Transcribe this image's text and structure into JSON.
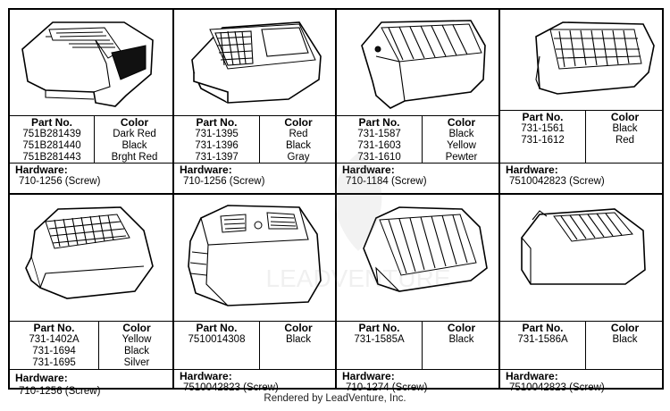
{
  "cells": [
    {
      "part_header": "Part No.",
      "parts": [
        "751B281439",
        "751B281440",
        "751B281443"
      ],
      "color_header": "Color",
      "colors": [
        "Dark Red",
        "Black",
        "Brght Red"
      ],
      "hw_header": "Hardware:",
      "hw_value": "710-1256 (Screw)"
    },
    {
      "part_header": "Part No.",
      "parts": [
        "731-1395",
        "731-1396",
        "731-1397"
      ],
      "color_header": "Color",
      "colors": [
        "Red",
        "Black",
        "Gray"
      ],
      "hw_header": "Hardware:",
      "hw_value": "710-1256 (Screw)"
    },
    {
      "part_header": "Part No.",
      "parts": [
        "731-1587",
        "731-1603",
        "731-1610"
      ],
      "color_header": "Color",
      "colors": [
        "Black",
        "Yellow",
        "Pewter"
      ],
      "hw_header": "Hardware:",
      "hw_value": "710-1184 (Screw)"
    },
    {
      "part_header": "Part No.",
      "parts": [
        "731-1561",
        "731-1612"
      ],
      "color_header": "Color",
      "colors": [
        "Black",
        "Red"
      ],
      "hw_header": "Hardware:",
      "hw_value": "7510042823 (Screw)"
    },
    {
      "part_header": "Part No.",
      "parts": [
        "731-1402A",
        "731-1694",
        "731-1695"
      ],
      "color_header": "Color",
      "colors": [
        "Yellow",
        "Black",
        "Silver"
      ],
      "hw_header": "Hardware:",
      "hw_value": "710-1256 (Screw)"
    },
    {
      "part_header": "Part No.",
      "parts": [
        "7510014308"
      ],
      "color_header": "Color",
      "colors": [
        "Black"
      ],
      "hw_header": "Hardware:",
      "hw_value": "7510042823 (Screw)"
    },
    {
      "part_header": "Part No.",
      "parts": [
        "731-1585A"
      ],
      "color_header": "Color",
      "colors": [
        "Black"
      ],
      "hw_header": "Hardware:",
      "hw_value": "710-1274 (Screw)"
    },
    {
      "part_header": "Part No.",
      "parts": [
        "731-1586A"
      ],
      "color_header": "Color",
      "colors": [
        "Black"
      ],
      "hw_header": "Hardware:",
      "hw_value": "7510042823 (Screw)"
    }
  ],
  "watermark_text": "LEADVENTURE",
  "footer": "Rendered by LeadVenture, Inc."
}
